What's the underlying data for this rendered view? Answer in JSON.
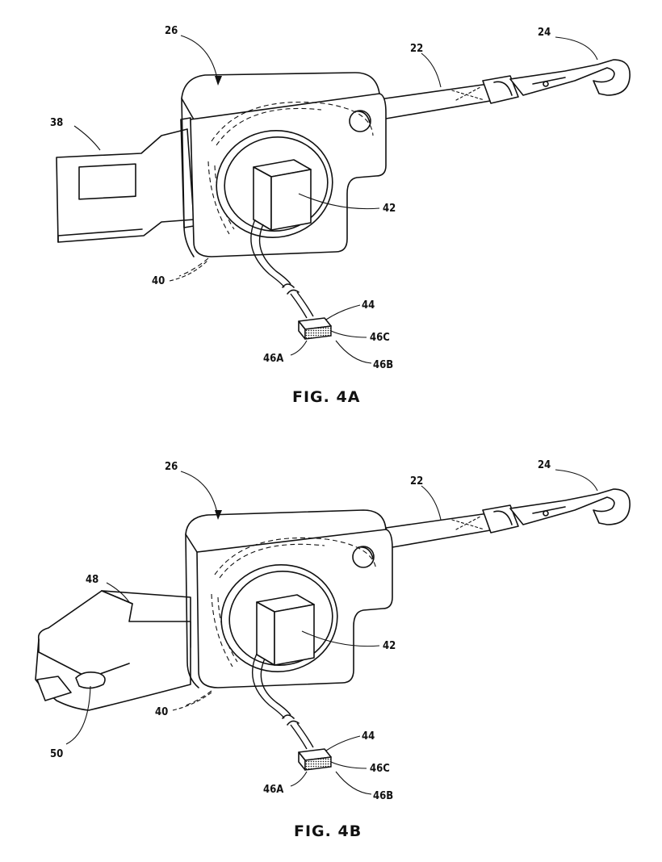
{
  "figures": [
    {
      "id": "fig-4a",
      "caption": "FIG. 4A",
      "labels": {
        "housing": "26",
        "strap": "22",
        "hook": "24",
        "tongue": "38",
        "spool": "40",
        "sensor": "42",
        "connector": "44",
        "pin_a": "46A",
        "pin_b": "46B",
        "pin_c": "46C"
      }
    },
    {
      "id": "fig-4b",
      "caption": "FIG. 4B",
      "labels": {
        "housing": "26",
        "strap": "22",
        "hook": "24",
        "clip": "48",
        "slot": "50",
        "spool": "40",
        "sensor": "42",
        "connector": "44",
        "pin_a": "46A",
        "pin_b": "46B",
        "pin_c": "46C"
      }
    }
  ]
}
